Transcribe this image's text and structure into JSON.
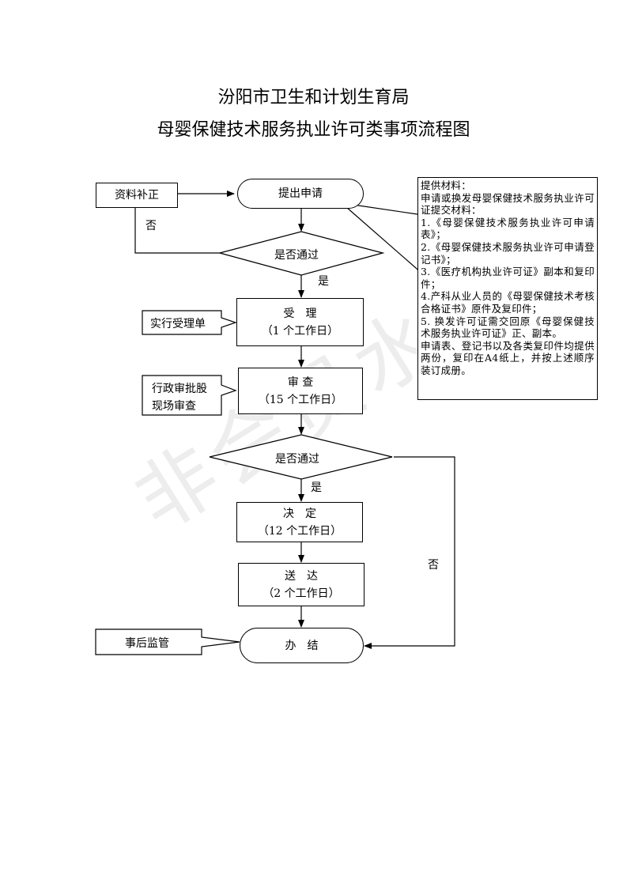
{
  "title": {
    "line1": "汾阳市卫生和计划生育局",
    "line2": "母婴保健技术服务执业许可类事项流程图"
  },
  "watermark": "非会员水印",
  "nodes": {
    "supplement": "资料补正",
    "apply": "提出申请",
    "decision1": "是否通过",
    "accept_title": "受　理",
    "accept_days": "（1 个工作日）",
    "accept_side": "实行受理单",
    "review_title": "审 查",
    "review_days": "（15 个工作日）",
    "review_side_1": "行政审批股",
    "review_side_2": "现场审查",
    "decision2": "是否通过",
    "decide_title": "决　定",
    "decide_days": "（12 个工作日）",
    "deliver_title": "送　达",
    "deliver_days": "（2 个工作日）",
    "finish": "办　结",
    "supervise": "事后监管"
  },
  "labels": {
    "no1": "否",
    "yes1": "是",
    "yes2": "是",
    "no2": "否"
  },
  "materials": {
    "lines": [
      "提供材料：",
      "申请或换发母婴保健技术服务执业许可证提交材料：",
      "1.《母婴保健技术服务执业许可申请表》；",
      "2.《母婴保健技术服务执业许可申请登记书》；",
      "3.《医疗机构执业许可证》副本和复印件；",
      "4.产科从业人员的《母婴保健技术考核合格证书》原件及复印件；",
      "5. 换发许可证需交回原《母婴保健技术服务执业许可证》正、副本。",
      "申请表、登记书以及各类复印件均提供两份，复印在A4纸上，并按上述顺序装订成册。"
    ]
  }
}
